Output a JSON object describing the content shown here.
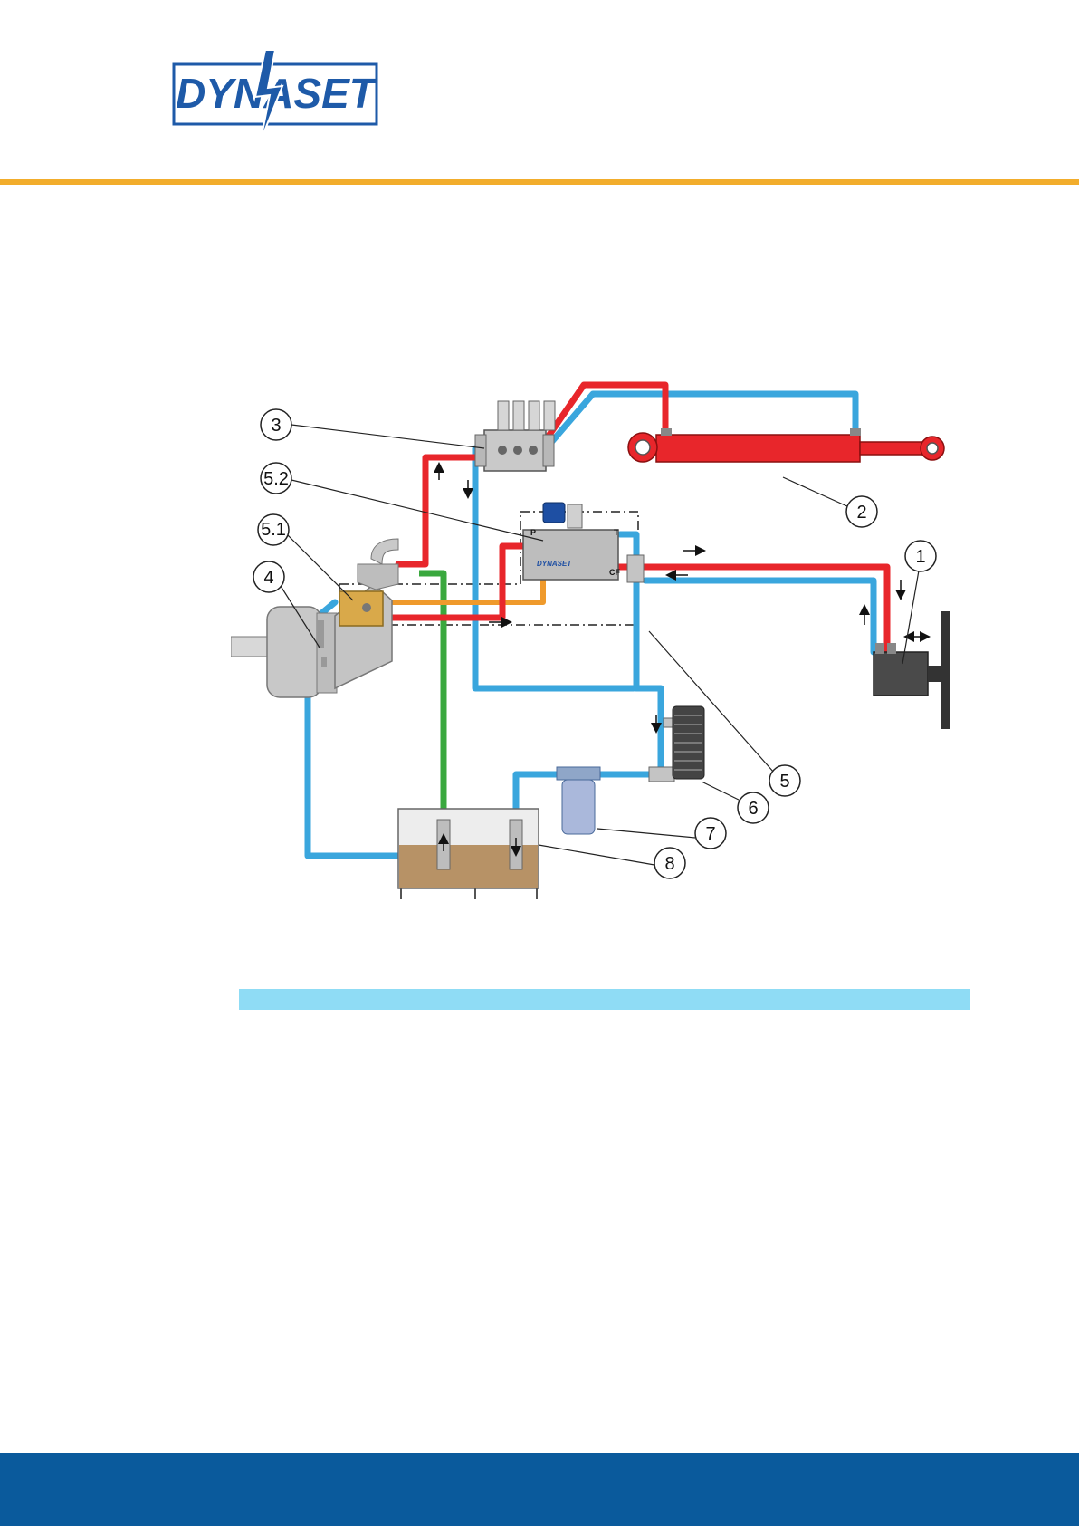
{
  "header": {
    "logo_text": "DYNASET"
  },
  "diagram": {
    "callouts": [
      "1",
      "2",
      "3",
      "4",
      "5",
      "5.1",
      "5.2",
      "6",
      "7",
      "8"
    ],
    "port_labels": {
      "p": "P",
      "t": "T",
      "cf": "CF"
    },
    "valve_brand": "DYNASET",
    "colors": {
      "pressure_line": "#e8262b",
      "return_line": "#3aa6dd",
      "suction_line": "#3aa83e",
      "control_line": "#ef9a2c",
      "oil": "#b79266"
    }
  }
}
